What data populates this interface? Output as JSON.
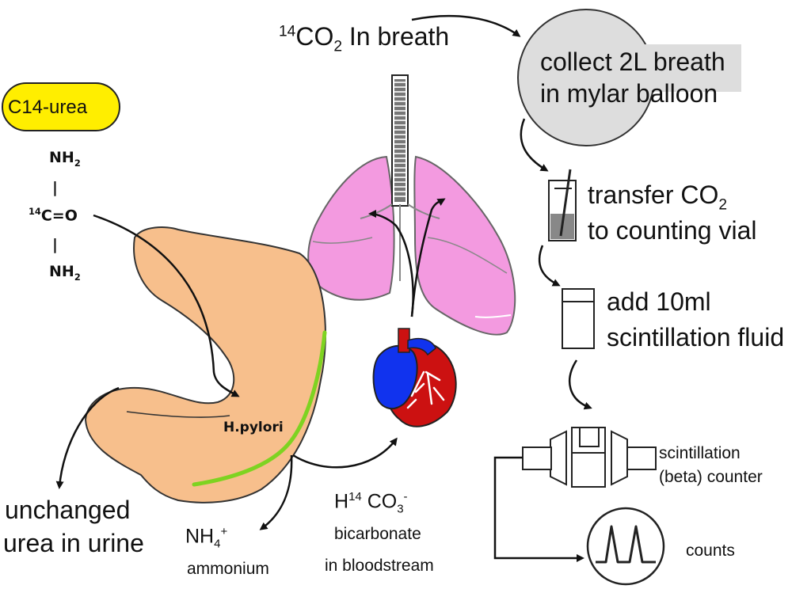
{
  "labels": {
    "co2_breath_pre": "14",
    "co2_breath_main": "CO",
    "co2_breath_sub": "2",
    "co2_breath_post": " In breath",
    "collect_line1": "collect 2L breath",
    "collect_line2": "in mylar balloon",
    "transfer_line1_main": "transfer CO",
    "transfer_line1_sub": "2",
    "transfer_line2": "to counting vial",
    "add_line1": "add 10ml",
    "add_line2": "scintillation fluid",
    "counter_line1": "scintillation",
    "counter_line2": "(beta) counter",
    "counts": "counts",
    "urea_pill": "C14-urea",
    "nh2_top_main": "NH",
    "nh2_top_sub": "2",
    "co_pre": "14",
    "co_main": "C=O",
    "nh2_bot_main": "NH",
    "nh2_bot_sub": "2",
    "hpylori": "H.pylori",
    "unchanged_line1": "unchanged",
    "unchanged_line2": "urea in urine",
    "nh4_main": "NH",
    "nh4_sub": "4",
    "nh4_sup": "+",
    "ammonium": "ammonium",
    "hco3_h": "H",
    "hco3_sup": "14",
    "hco3_co": " CO",
    "hco3_sub": "3",
    "hco3_charge": "-",
    "bicarbonate": "bicarbonate",
    "bloodstream": "in bloodstream"
  },
  "colors": {
    "stomach": "#f7bf8c",
    "mucosa": "#7ed321",
    "lung": "#f39ae0",
    "heart_red": "#cc1111",
    "heart_blue": "#1133ee",
    "balloon": "#dddddd",
    "pill": "#ffee00"
  }
}
